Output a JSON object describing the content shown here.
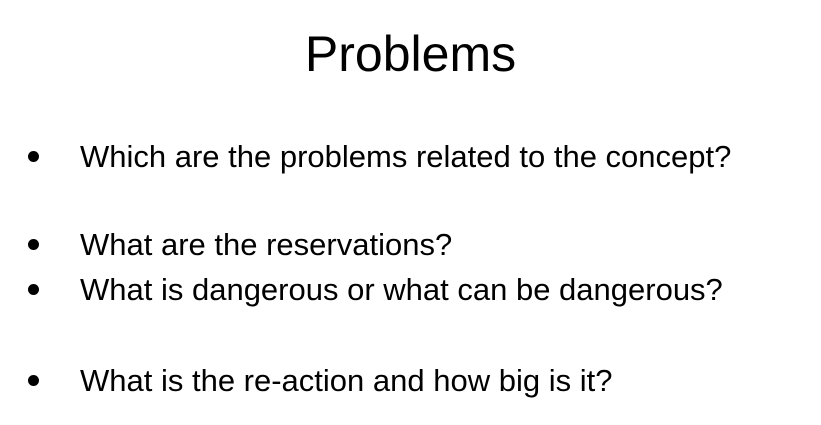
{
  "slide": {
    "title": "Problems",
    "bullets": [
      {
        "text": "Which are the problems related to the concept?"
      },
      {
        "text": "What are the reservations?"
      },
      {
        "text": "What is dangerous or what can be dangerous?"
      },
      {
        "text": "What is the re-action and how big is it?"
      }
    ]
  }
}
